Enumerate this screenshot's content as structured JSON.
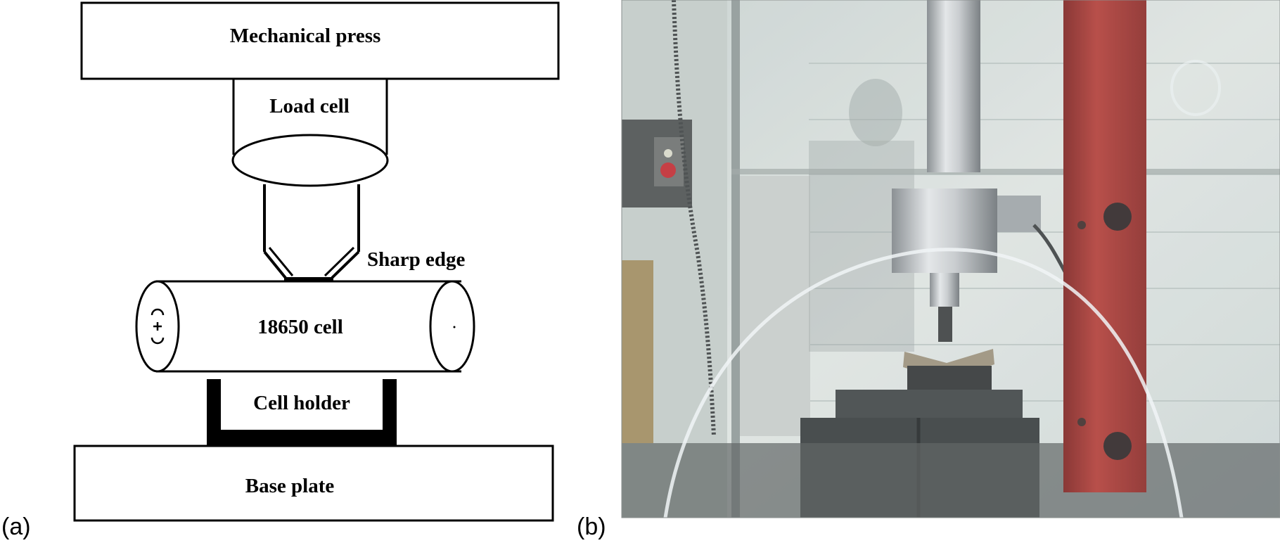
{
  "panel_a": {
    "tag": "(a)",
    "labels": {
      "press": "Mechanical press",
      "load_cell": "Load cell",
      "sharp_edge": "Sharp edge",
      "cell": "18650 cell",
      "holder": "Cell holder",
      "base": "Base plate"
    }
  },
  "panel_b": {
    "tag": "(b)"
  },
  "colors": {
    "line": "#000000",
    "frame_red": "#a8332e",
    "steel": "#b9bcbf",
    "wall": "#d7dcd8"
  }
}
